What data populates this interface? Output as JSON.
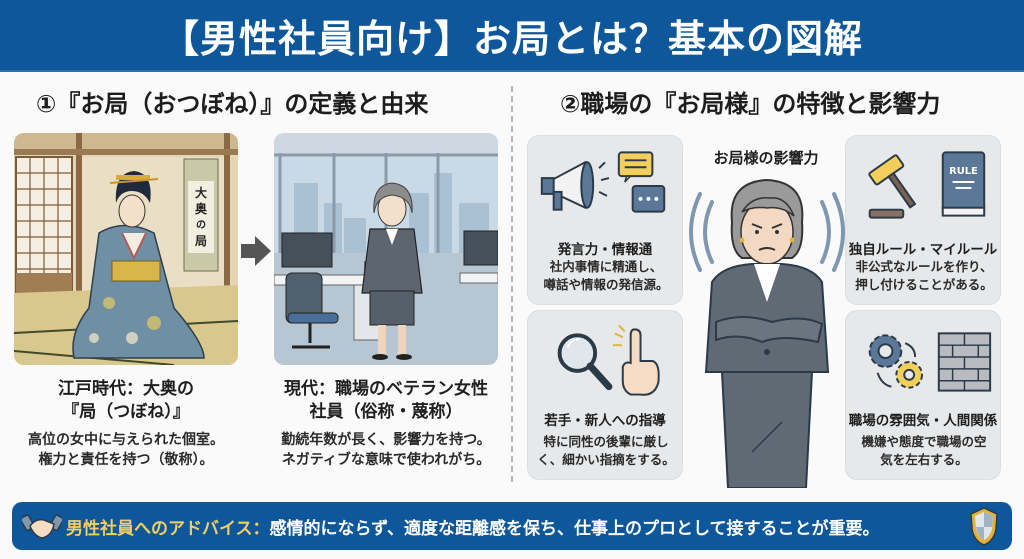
{
  "header": {
    "title": "【男性社員向け】お局とは？基本の図解"
  },
  "section1": {
    "title": "①『お局（おつぼね）』の定義と由来",
    "edo": {
      "image": "edo-ooku-woman-illustration",
      "scroll_text": "大奥の局",
      "title_line1": "江戸時代：大奥の",
      "title_line2": "『局（つぼね）』",
      "desc_line1": "高位の女中に与えられた個室。",
      "desc_line2": "権力と責任を持つ（敬称）。"
    },
    "arrow": "arrow-right-icon",
    "modern": {
      "image": "modern-office-veteran-woman-illustration",
      "title_line1": "現代：職場のベテラン女性",
      "title_line2": "社員（俗称・蔑称）",
      "desc_line1": "勤続年数が長く、影響力を持つ。",
      "desc_line2": "ネガティブな意味で使われがち。"
    }
  },
  "section2": {
    "title": "②職場の『お局様』の特徴と影響力",
    "center_title": "お局様の影響力",
    "cards": [
      {
        "icon": "megaphone-speech-bubble-icon",
        "title": "発言力・情報通",
        "desc_line1": "社内事情に精通し、",
        "desc_line2": "噂話や情報の発信源。"
      },
      {
        "icon": "gavel-rulebook-icon",
        "icon_text": "RULE",
        "title": "独自ルール・マイルール",
        "desc_line1": "非公式なルールを作り、",
        "desc_line2": "押し付けることがある。"
      },
      {
        "icon": "magnifier-pointing-finger-icon",
        "title": "若手・新人への指導",
        "desc_line1": "特に同性の後輩に厳し",
        "desc_line2": "く、細かい指摘をする。"
      },
      {
        "icon": "gears-brick-wall-icon",
        "title": "職場の雰囲気・人間関係",
        "desc_line1": "機嫌や態度で職場の空",
        "desc_line2": "気を左右する。"
      }
    ]
  },
  "footer": {
    "left_icon": "handshake-icon",
    "label": "男性社員へのアドバイス：",
    "text": "感情的にならず、適度な距離感を保ち、仕事上のプロとして接することが重要。",
    "right_icon": "shield-icon"
  },
  "colors": {
    "primary_blue": "#0d579a",
    "accent_yellow": "#f3cf63",
    "card_bg": "#e6e8ea"
  }
}
